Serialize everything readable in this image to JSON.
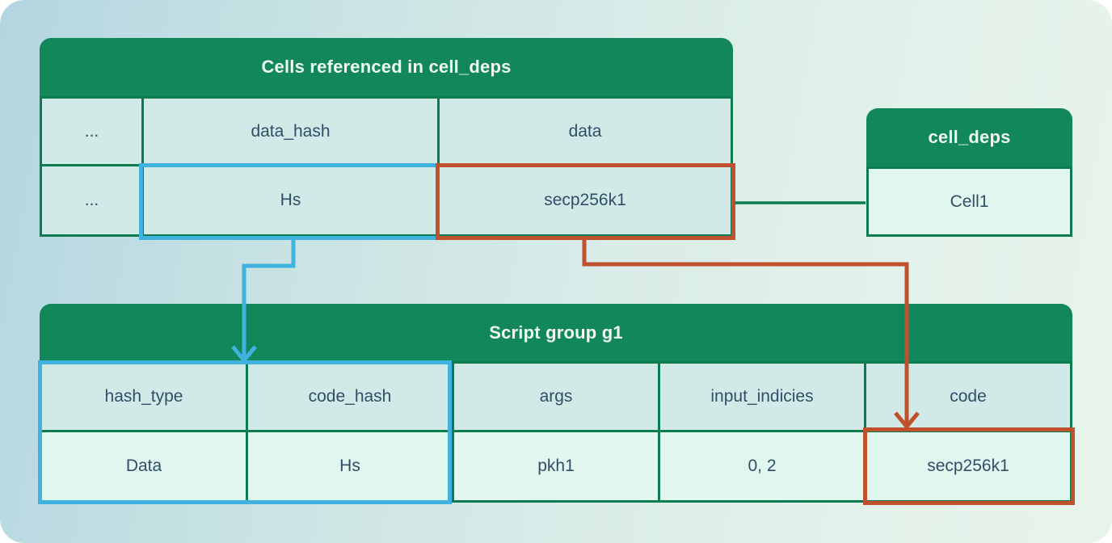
{
  "colors": {
    "header_green": "#11875A",
    "line_green": "#0C7B50",
    "highlight_blue": "#3FB2DF",
    "highlight_red": "#C1502D",
    "cell_bg": "#D2EAE7",
    "data_cell_bg": "#E1F6EE",
    "header_text": "#F0F8F4",
    "cell_text": "#2F4F68"
  },
  "cells_referenced_table": {
    "title": "Cells referenced in cell_deps",
    "header_row": [
      "...",
      "data_hash",
      "data"
    ],
    "data_row": [
      "...",
      "Hs",
      "secp256k1"
    ]
  },
  "cell_deps_table": {
    "title": "cell_deps",
    "data_row": [
      "Cell1"
    ]
  },
  "script_group_table": {
    "title": "Script group g1",
    "header_row": [
      "hash_type",
      "code_hash",
      "args",
      "input_indicies",
      "code"
    ],
    "data_row": [
      "Data",
      "Hs",
      "pkh1",
      "0, 2",
      "secp256k1"
    ]
  }
}
